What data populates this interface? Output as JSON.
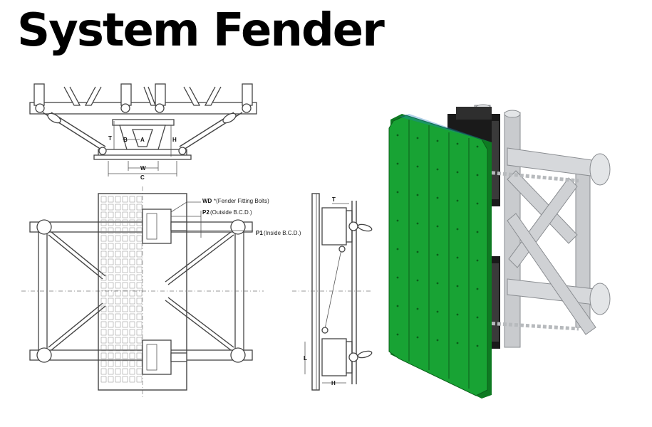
{
  "title": "System Fender",
  "front_view": {
    "dims": [
      "T",
      "B",
      "A",
      "H",
      "W",
      "C"
    ]
  },
  "plan_view": {
    "labels": {
      "wd": "WD",
      "wd_desc": "*(Fender Fitting Bolts)",
      "p2": "P2",
      "p2_desc": "(Outside B.C.D.)",
      "p1": "P1",
      "p1_desc": "(Inside B.C.D.)"
    }
  },
  "side_view": {
    "dims": [
      "T",
      "L",
      "H"
    ]
  },
  "colors": {
    "panel": "#18a334",
    "panel_dark": "#0e7a22",
    "frame": "#1a1a1a",
    "steel": "#c9cbce"
  }
}
